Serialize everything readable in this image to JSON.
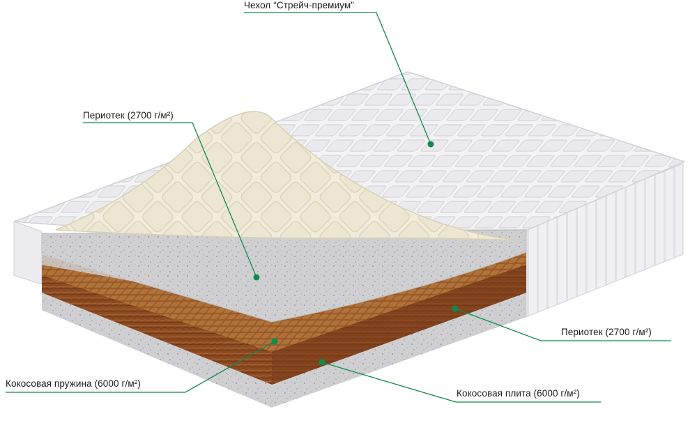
{
  "labels": {
    "cover": "Чехол “Стрейч-премиум”",
    "periotek_top": "Периотек (2700 г/м²)",
    "periotek_bottom": "Периотек (2700 г/м²)",
    "coco_spring": "Кокосовая пружина (6000 г/м²)",
    "coco_plate": "Кокосовая плита (6000 г/м²)"
  },
  "colors": {
    "accent": "#0f8a4c",
    "cover": "#f1f1f3",
    "periotek_pad": "#efead9",
    "felt": "#c9c9cb",
    "coconut": "#8a4a24",
    "coconut_dark": "#6b3416"
  }
}
